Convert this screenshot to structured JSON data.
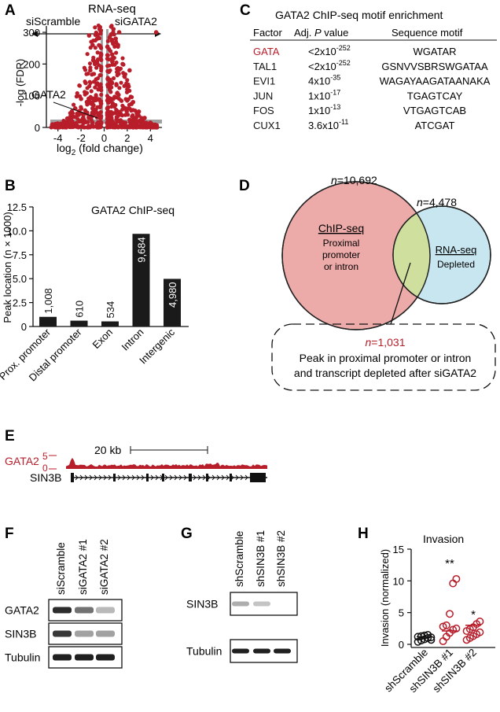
{
  "panels": {
    "a": {
      "letter": "A",
      "title": "RNA-seq",
      "left_label": "siScramble",
      "right_label": "siGATA2",
      "callout": "GATA2",
      "xlabel_main": "log",
      "xlabel_sub": "2",
      "xlabel_tail": " (fold change)",
      "ylabel": "-log (FDR)",
      "x_ticks": [
        "-4",
        "-2",
        "0",
        "2",
        "4"
      ],
      "y_ticks": [
        "0",
        "100",
        "200",
        "300"
      ]
    },
    "b": {
      "letter": "B",
      "title": "GATA2 ChIP-seq",
      "ylabel": "Peak location (n × 1000)",
      "y_ticks": [
        "0",
        "2.5",
        "5.0",
        "7.5",
        "10.0",
        "12.5"
      ]
    },
    "c": {
      "letter": "C",
      "title": "GATA2 ChIP-seq motif enrichment",
      "headers": {
        "factor": "Factor",
        "pval_pre": "Adj. ",
        "pval_italic": "P",
        "pval_post": " value",
        "motif": "Sequence motif"
      },
      "rows": [
        {
          "factor": "GATA",
          "base": "<2x10",
          "exp": "-252",
          "motif": "WGATAR",
          "highlight": true
        },
        {
          "factor": "TAL1",
          "base": "<2x10",
          "exp": "-252",
          "motif": "GSNVVSBRSWGATAA",
          "highlight": false
        },
        {
          "factor": "EVI1",
          "base": "4x10",
          "exp": "-35",
          "motif": "WAGAYAAGATAANAKA",
          "highlight": false
        },
        {
          "factor": "JUN",
          "base": "1x10",
          "exp": "-17",
          "motif": "TGAGTCAY",
          "highlight": false
        },
        {
          "factor": "FOS",
          "base": "1x10",
          "exp": "-13",
          "motif": "VTGAGTCAB",
          "highlight": false
        },
        {
          "factor": "CUX1",
          "base": "3.6x10",
          "exp": "-11",
          "motif": "ATCGAT",
          "highlight": false
        }
      ]
    },
    "d": {
      "letter": "D",
      "n_chip": "=10,692",
      "n_rna": "=4,478",
      "n_overlap": "=1,031",
      "n_symbol": "n",
      "chip_title": "ChIP-seq",
      "chip_line1": "Proximal",
      "chip_line2": "promoter",
      "chip_line3": "or intron",
      "rna_title": "RNA-seq",
      "rna_line1": "Depleted",
      "overlap_line1": "Peak in proximal promoter or intron",
      "overlap_line2": "and transcript depleted after siGATA2"
    },
    "e": {
      "letter": "E",
      "track_label": "GATA2",
      "track_max": "5",
      "track_min": "0",
      "scale_label": "20 kb",
      "gene_label": "SIN3B"
    },
    "f": {
      "letter": "F",
      "lanes": [
        "siScramble",
        "siGATA2 #1",
        "siGATA2 #2"
      ],
      "rows": [
        "GATA2",
        "SIN3B",
        "Tubulin"
      ]
    },
    "g": {
      "letter": "G",
      "lanes": [
        "shScramble",
        "shSIN3B #1",
        "shSIN3B #2"
      ],
      "rows": [
        "SIN3B",
        "Tubulin"
      ]
    },
    "h": {
      "letter": "H",
      "title": "Invasion",
      "ylabel": "Invasion (normalized)",
      "y_ticks": [
        "0",
        "5",
        "10",
        "15"
      ],
      "sig_1": "**",
      "sig_2": "*"
    }
  },
  "colors": {
    "accent_red": "#b81d2a",
    "chip_fill": "#ecaaa8",
    "rna_fill": "#c8e6f0",
    "overlap_fill": "#cfdf9e",
    "gray_points": "#a0a0a0"
  },
  "chart_data": [
    {
      "panel": "A",
      "type": "scatter",
      "title": "RNA-seq",
      "xlabel": "log2 (fold change)",
      "ylabel": "-log (FDR)",
      "xlim": [
        -5,
        5
      ],
      "ylim": [
        0,
        320
      ],
      "series": [
        {
          "name": "siScramble",
          "x": [
            -0.3,
            -0.5,
            -0.8,
            -1.0,
            -1.3,
            -1.6,
            -2.0,
            -2.5,
            -3.0,
            -3.5,
            -4.0,
            -1.0,
            -0.6,
            -1.2,
            -2.2,
            -1.5,
            -0.4,
            -0.9
          ],
          "y": [
            30,
            120,
            200,
            260,
            290,
            140,
            90,
            60,
            30,
            15,
            5,
            60,
            280,
            180,
            40,
            80,
            310,
            40
          ]
        },
        {
          "name": "siGATA2",
          "x": [
            0.3,
            0.5,
            0.7,
            1.0,
            1.3,
            1.6,
            2.0,
            2.5,
            3.0,
            3.5,
            4.0,
            4.5,
            0.8,
            1.2,
            2.2,
            0.6,
            1.8,
            2.8
          ],
          "y": [
            40,
            150,
            230,
            280,
            300,
            200,
            120,
            80,
            50,
            30,
            15,
            300,
            310,
            260,
            180,
            90,
            60,
            20
          ]
        }
      ]
    },
    {
      "panel": "B",
      "type": "bar",
      "title": "GATA2 ChIP-seq",
      "categories": [
        "Prox. promoter",
        "Distal promoter",
        "Exon",
        "Intron",
        "Intergenic"
      ],
      "values": [
        1.008,
        0.61,
        0.534,
        9.684,
        4.98
      ],
      "labels": [
        "1,008",
        "610",
        "534",
        "9,684",
        "4,980"
      ],
      "ylabel": "Peak location (n × 1000)",
      "ylim": [
        0,
        12.5
      ]
    },
    {
      "panel": "H",
      "type": "scatter",
      "title": "Invasion",
      "categories": [
        "shScramble",
        "shSIN3B #1",
        "shSIN3B #2"
      ],
      "ylabel": "Invasion (normalized)",
      "ylim": [
        0,
        15
      ],
      "groups": [
        {
          "name": "shScramble",
          "values": [
            0.4,
            0.6,
            0.8,
            1.0,
            1.1,
            1.2,
            1.3,
            1.4,
            1.5,
            0.7
          ]
        },
        {
          "name": "shSIN3B #1",
          "values": [
            0.5,
            1.2,
            1.8,
            2.3,
            2.5,
            2.8,
            3.0,
            4.8,
            9.6,
            10.3
          ]
        },
        {
          "name": "shSIN3B #2",
          "values": [
            0.7,
            1.0,
            1.3,
            1.6,
            1.9,
            2.1,
            2.4,
            2.7,
            3.2,
            3.6
          ]
        }
      ]
    }
  ]
}
